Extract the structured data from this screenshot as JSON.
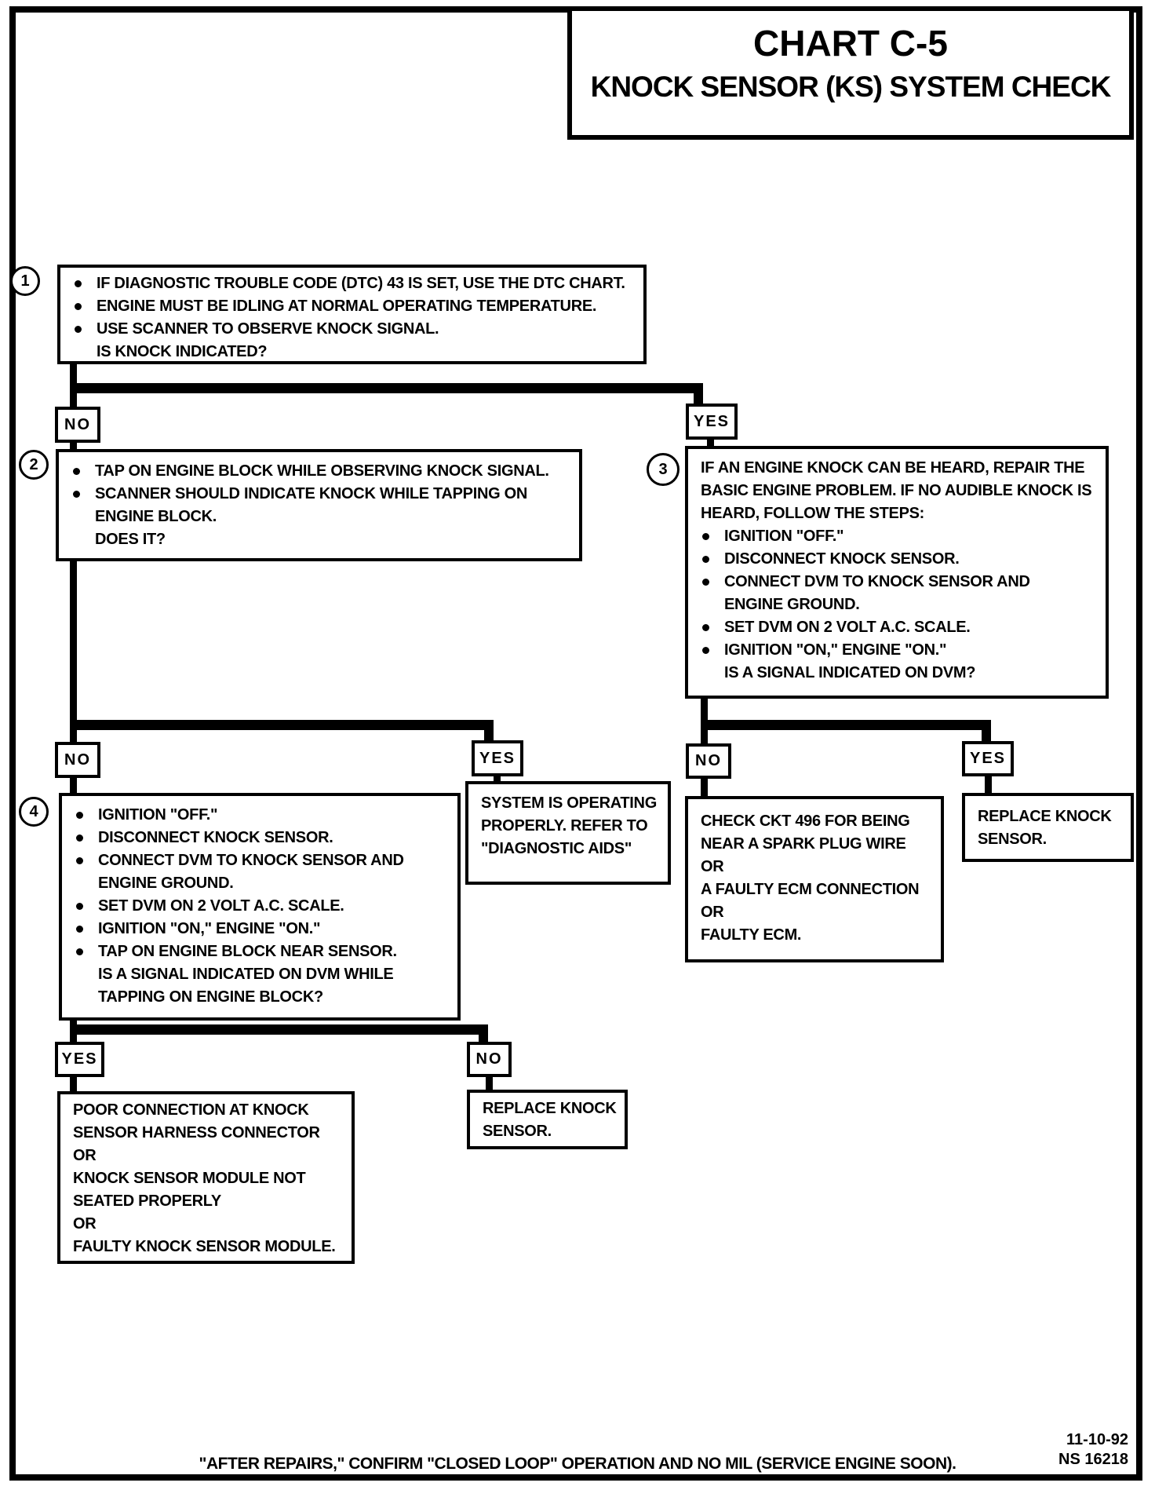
{
  "header": {
    "title": "CHART C-5",
    "subtitle": "KNOCK SENSOR (KS) SYSTEM CHECK"
  },
  "labels": {
    "no": "NO",
    "yes": "YES"
  },
  "steps": {
    "step1": {
      "number": "1",
      "lines": [
        {
          "type": "bullet",
          "text": "IF DIAGNOSTIC TROUBLE CODE (DTC) 43 IS SET, USE THE DTC CHART."
        },
        {
          "type": "bullet",
          "text": "ENGINE MUST BE IDLING AT NORMAL OPERATING TEMPERATURE."
        },
        {
          "type": "bullet",
          "text": "USE SCANNER  TO OBSERVE KNOCK SIGNAL."
        },
        {
          "type": "cont",
          "text": "IS KNOCK INDICATED?"
        }
      ]
    },
    "step2": {
      "number": "2",
      "lines": [
        {
          "type": "bullet",
          "text": "TAP ON ENGINE BLOCK WHILE OBSERVING KNOCK SIGNAL."
        },
        {
          "type": "bullet",
          "text": "SCANNER  SHOULD INDICATE KNOCK WHILE TAPPING ON"
        },
        {
          "type": "cont",
          "text": "ENGINE BLOCK."
        },
        {
          "type": "cont",
          "text": "DOES IT?"
        }
      ]
    },
    "step3": {
      "number": "3",
      "lines": [
        {
          "type": "plain",
          "text": "IF AN ENGINE KNOCK CAN BE HEARD, REPAIR THE"
        },
        {
          "type": "plain",
          "text": "BASIC ENGINE PROBLEM.  IF NO AUDIBLE KNOCK IS"
        },
        {
          "type": "plain",
          "text": "HEARD, FOLLOW THE STEPS:"
        },
        {
          "type": "bullet",
          "text": "IGNITION \"OFF.\""
        },
        {
          "type": "bullet",
          "text": "DISCONNECT KNOCK SENSOR."
        },
        {
          "type": "bullet",
          "text": "CONNECT DVM TO KNOCK SENSOR AND"
        },
        {
          "type": "cont",
          "text": "ENGINE GROUND."
        },
        {
          "type": "bullet",
          "text": "SET DVM ON 2 VOLT A.C. SCALE."
        },
        {
          "type": "bullet",
          "text": "IGNITION \"ON,\" ENGINE \"ON.\""
        },
        {
          "type": "cont",
          "text": "IS A SIGNAL INDICATED ON DVM?"
        }
      ]
    },
    "step4": {
      "number": "4",
      "lines": [
        {
          "type": "bullet",
          "text": "IGNITION \"OFF.\""
        },
        {
          "type": "bullet",
          "text": "DISCONNECT KNOCK SENSOR."
        },
        {
          "type": "bullet",
          "text": "CONNECT DVM TO KNOCK SENSOR AND"
        },
        {
          "type": "cont",
          "text": "ENGINE GROUND."
        },
        {
          "type": "bullet",
          "text": "SET DVM ON 2 VOLT A.C. SCALE."
        },
        {
          "type": "bullet",
          "text": "IGNITION \"ON,\" ENGINE \"ON.\""
        },
        {
          "type": "bullet",
          "text": "TAP ON ENGINE BLOCK NEAR SENSOR."
        },
        {
          "type": "cont",
          "text": "IS A SIGNAL INDICATED ON DVM WHILE"
        },
        {
          "type": "cont",
          "text": "TAPPING ON ENGINE BLOCK?"
        }
      ]
    }
  },
  "results": {
    "system_ok": {
      "lines": [
        {
          "type": "plain",
          "text": "SYSTEM IS OPERATING"
        },
        {
          "type": "plain",
          "text": "PROPERLY.  REFER TO"
        },
        {
          "type": "plain",
          "text": "\"DIAGNOSTIC AIDS\""
        }
      ]
    },
    "check_ckt": {
      "lines": [
        {
          "type": "plain",
          "text": "CHECK CKT 496 FOR BEING"
        },
        {
          "type": "plain",
          "text": "NEAR A SPARK PLUG WIRE"
        },
        {
          "type": "plain",
          "text": "OR"
        },
        {
          "type": "plain",
          "text": "A FAULTY ECM CONNECTION"
        },
        {
          "type": "plain",
          "text": "OR"
        },
        {
          "type": "plain",
          "text": "FAULTY ECM."
        }
      ]
    },
    "replace_sensor_right": {
      "lines": [
        {
          "type": "plain",
          "text": "REPLACE KNOCK"
        },
        {
          "type": "plain",
          "text": "SENSOR."
        }
      ]
    },
    "poor_connection": {
      "lines": [
        {
          "type": "plain",
          "text": "POOR CONNECTION AT KNOCK"
        },
        {
          "type": "plain",
          "text": "SENSOR HARNESS CONNECTOR"
        },
        {
          "type": "plain",
          "text": "OR"
        },
        {
          "type": "plain",
          "text": "KNOCK SENSOR MODULE NOT"
        },
        {
          "type": "plain",
          "text": "SEATED PROPERLY"
        },
        {
          "type": "plain",
          "text": "OR"
        },
        {
          "type": "plain",
          "text": "FAULTY KNOCK SENSOR MODULE."
        }
      ]
    },
    "replace_sensor_bottom": {
      "lines": [
        {
          "type": "plain",
          "text": "REPLACE KNOCK"
        },
        {
          "type": "plain",
          "text": "SENSOR."
        }
      ]
    }
  },
  "footer": {
    "note": "\"AFTER REPAIRS,\" CONFIRM \"CLOSED LOOP\" OPERATION AND NO MIL (SERVICE ENGINE SOON).",
    "date": "11-10-92",
    "doc_number": "NS 16218"
  }
}
